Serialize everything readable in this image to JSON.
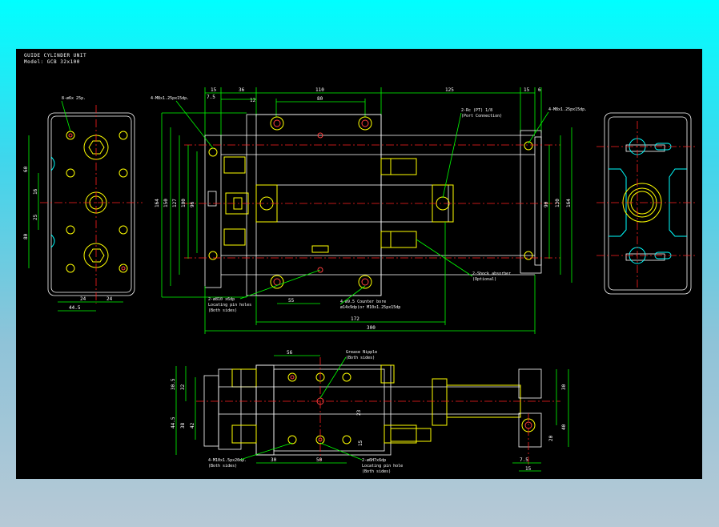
{
  "title_block": {
    "title": "GUIDE CYLINDER UNIT",
    "model": "Model: GCB 32x100"
  },
  "front_view": {
    "label_mounting_holes": "4-M8x1.25px15dp.",
    "label_port": "2-Rc (PT) 1/8",
    "label_port_sub": "(Port Connection)",
    "label_mount_right": "4-M8x1.25px15dp.",
    "label_shock": "2-Shock absorber",
    "label_shock_sub": "(Optional)",
    "label_pin": "2-ø810 x6dp",
    "label_pin_sub1": "Locating pin holes",
    "label_pin_sub2": "(Both sides)",
    "label_counterbore": "4-ø9.5 Counter bore",
    "label_counterbore_sub": "ø14x9dp(or M10x1.25px15dp",
    "dims": {
      "d15": "15",
      "d36": "36",
      "d110": "110",
      "d125": "125",
      "d15r": "15",
      "d6": "6",
      "d75": "7.5",
      "d12": "12",
      "d80": "80",
      "v164": "164",
      "v150": "150",
      "v127": "127",
      "v100": "100",
      "v96": "96",
      "v90": "90",
      "v130": "130",
      "v164r": "164",
      "d55": "55",
      "d172": "172",
      "d300": "300"
    }
  },
  "left_view": {
    "label": "8-ø6x 25p.",
    "dims": {
      "v60": "60",
      "v16": "16",
      "v25": "25",
      "v80": "80",
      "h24a": "24",
      "h24b": "24",
      "h445": "44.5"
    }
  },
  "top_view": {
    "label_grease": "Grease Nipple",
    "label_grease_sub": "(Both sides)",
    "label_tapped": "4-M10x1.5px20dp.",
    "label_tapped_sub": "(Both sides)",
    "label_pin": "2-ø6H7x6dp",
    "label_pin_sub1": "Locating pin hole",
    "label_pin_sub2": "(Both sides)",
    "dims": {
      "d56": "56",
      "v305": "30.5",
      "v32": "32",
      "v445": "44.5",
      "v38": "38",
      "v42": "42",
      "v23": "23",
      "v15": "15",
      "d30": "30",
      "d50": "50",
      "v30r": "30",
      "v20": "20",
      "v40": "40",
      "d75": "7.5",
      "d15": "15"
    }
  }
}
